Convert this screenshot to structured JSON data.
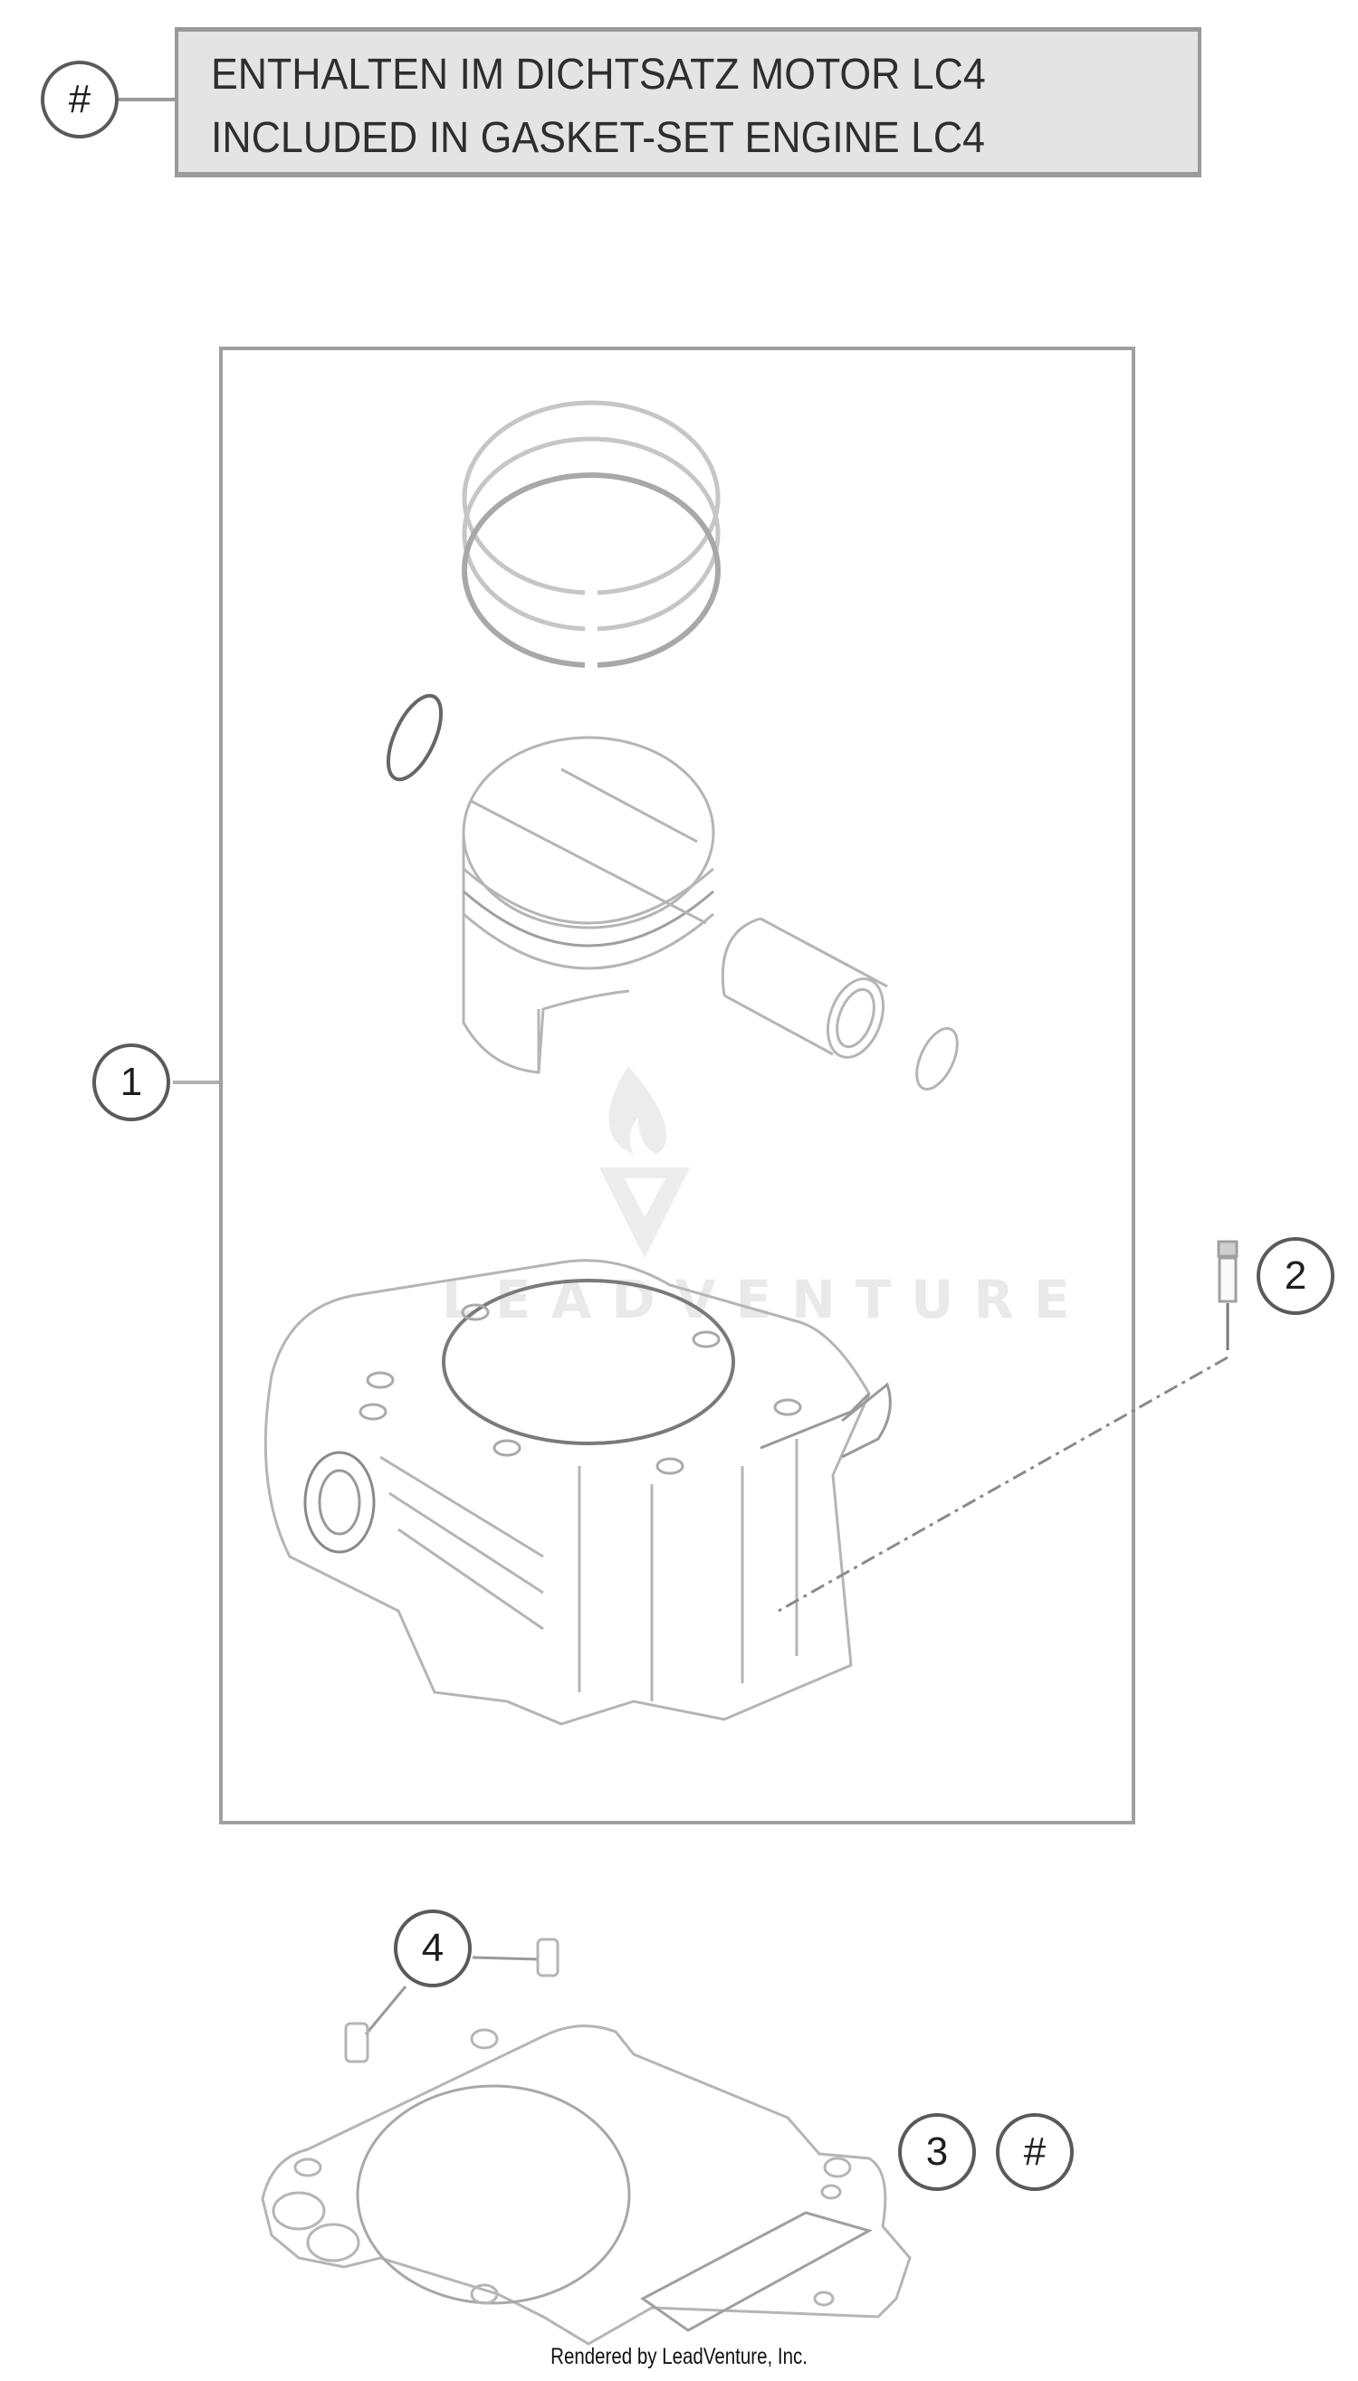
{
  "legend": {
    "symbol": "#",
    "line_de": "ENTHALTEN IM DICHTSATZ MOTOR LC4",
    "line_en": "INCLUDED IN GASKET-SET ENGINE LC4"
  },
  "callouts": [
    {
      "id": "1",
      "label": "1",
      "part": "cylinder-piston-kit"
    },
    {
      "id": "2",
      "label": "2",
      "part": "bolt"
    },
    {
      "id": "3",
      "label": "3",
      "part": "cylinder-base-gasket"
    },
    {
      "id": "3-hash",
      "label": "#",
      "part": "gasket-set-marker"
    },
    {
      "id": "4",
      "label": "4",
      "part": "dowel-pin"
    }
  ],
  "watermark": {
    "text": "LEADVENTURE"
  },
  "footer": {
    "text": "Rendered by LeadVenture, Inc."
  },
  "colors": {
    "legend_bg": "#e4e4e4",
    "legend_border": "#9a9a9a",
    "line_art": "#b8b8b8",
    "callout_border": "#5a5a5a",
    "watermark": "#e9e9e9"
  }
}
